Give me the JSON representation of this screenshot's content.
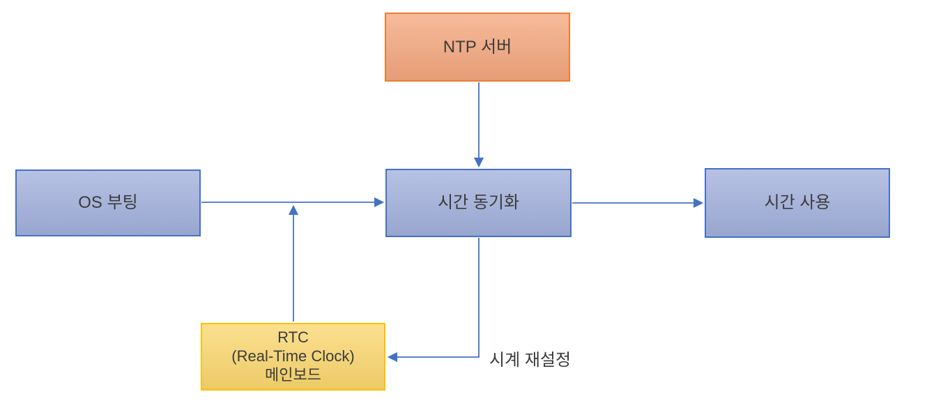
{
  "diagram": {
    "type": "flowchart",
    "language": "ko",
    "arrow_color": "#4472C4",
    "text_color": "#3b3b3b",
    "background": "#ffffff",
    "nodes": [
      {
        "id": "ntp-server",
        "label": "NTP 서버",
        "fill": "#F4A77E",
        "border": "#ED7D31"
      },
      {
        "id": "os-boot",
        "label": "OS 부팅",
        "fill": "#A2B0DC",
        "border": "#4472C4"
      },
      {
        "id": "time-sync",
        "label": "시간 동기화",
        "fill": "#A2B0DC",
        "border": "#4472C4"
      },
      {
        "id": "time-use",
        "label": "시간 사용",
        "fill": "#A2B0DC",
        "border": "#4472C4"
      },
      {
        "id": "rtc-mainboard",
        "label_lines": [
          "RTC",
          "(Real-Time Clock)",
          "메인보드"
        ],
        "fill": "#FBD76F",
        "border": "#FFC000"
      }
    ],
    "edges": [
      {
        "from": "NTP 서버",
        "to": "시간 동기화",
        "label": ""
      },
      {
        "from": "OS 부팅",
        "to": "시간 동기화",
        "label": ""
      },
      {
        "from": "시간 동기화",
        "to": "시간 사용",
        "label": ""
      },
      {
        "from": "시간 동기화",
        "to": "RTC (Real-Time Clock) 메인보드",
        "label": "시계 재설정"
      },
      {
        "from": "RTC (Real-Time Clock) 메인보드",
        "to": "시간 동기화",
        "label": ""
      }
    ]
  }
}
